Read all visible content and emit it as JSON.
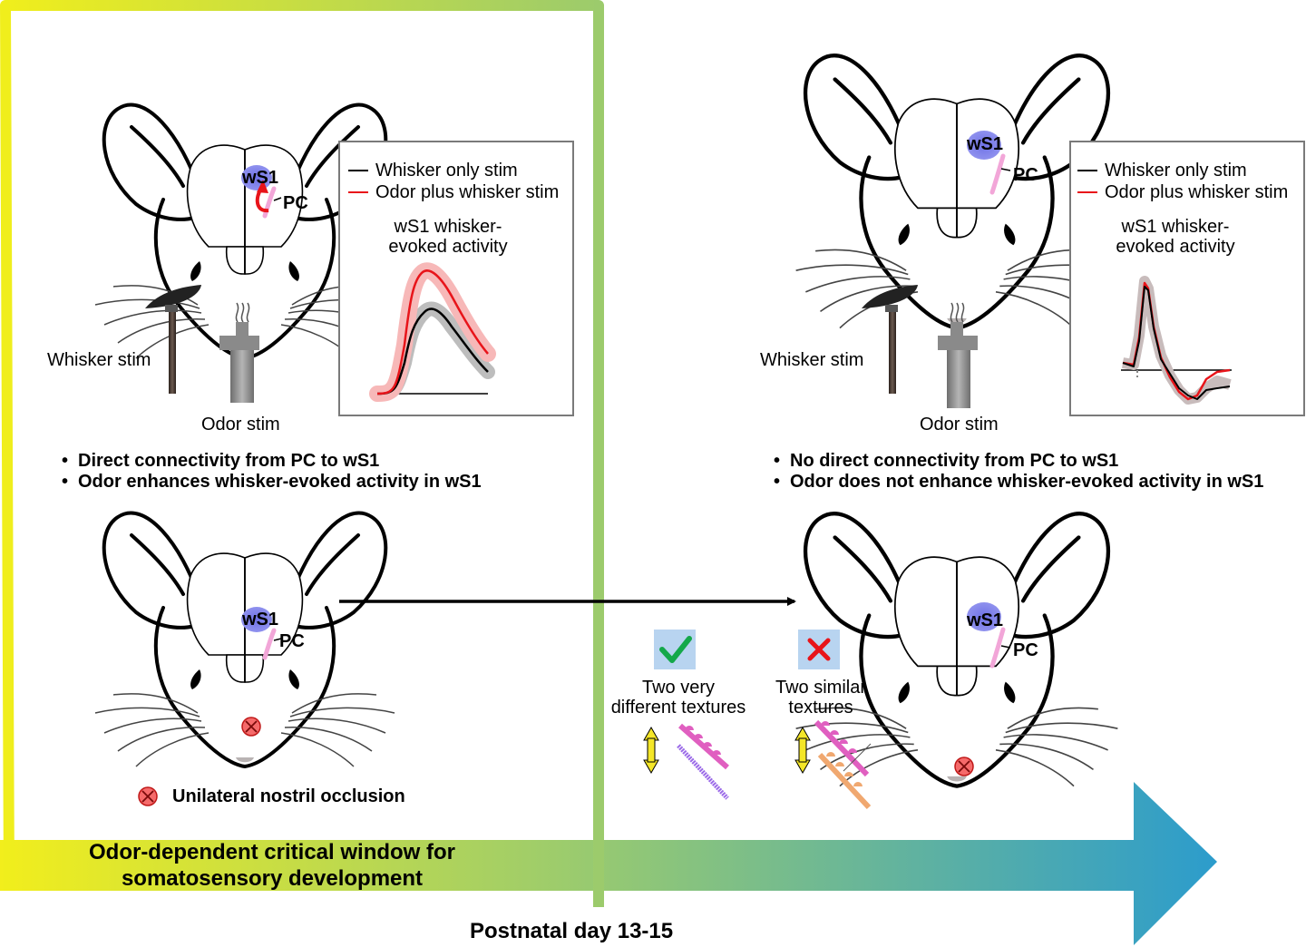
{
  "left_panel": {
    "mouse_top": {
      "region_ws1": "wS1",
      "region_pc": "PC"
    },
    "whisker_stim_label": "Whisker stim",
    "odor_stim_label": "Odor stim",
    "legend": {
      "whisker_only": "Whisker only stim",
      "odor_plus_whisker": "Odor plus whisker stim",
      "title_line1": "wS1 whisker-",
      "title_line2": "evoked activity",
      "whisker_only_color": "#000000",
      "odor_plus_whisker_color": "#e8141a"
    },
    "bullets": [
      "Direct connectivity from PC to wS1",
      "Odor enhances whisker-evoked activity in wS1"
    ],
    "mouse_bottom": {
      "region_ws1": "wS1",
      "region_pc": "PC"
    },
    "occlusion_label": "Unilateral nostril occlusion"
  },
  "right_panel": {
    "mouse_top": {
      "region_ws1": "wS1",
      "region_pc": "PC"
    },
    "whisker_stim_label": "Whisker stim",
    "odor_stim_label": "Odor stim",
    "legend": {
      "whisker_only": "Whisker only stim",
      "odor_plus_whisker": "Odor plus whisker stim",
      "title_line1": "wS1 whisker-",
      "title_line2": "evoked activity"
    },
    "bullets": [
      "No direct connectivity from PC to wS1",
      "Odor does not enhance whisker-evoked activity in wS1"
    ],
    "mouse_bottom": {
      "region_ws1": "wS1",
      "region_pc": "PC"
    },
    "texture_different": {
      "line1": "Two very",
      "line2": "different textures",
      "icon": "check-icon"
    },
    "texture_similar": {
      "line1": "Two similar",
      "line2": "textures",
      "icon": "cross-icon"
    }
  },
  "timeline": {
    "window_line1": "Odor-dependent critical window for",
    "window_line2": "somatosensory development",
    "marker_label": "Postnatal day 13-15",
    "gradient_start": "#f2ee1c",
    "gradient_mid": "#9dcc6c",
    "gradient_end": "#2c9ccc"
  }
}
